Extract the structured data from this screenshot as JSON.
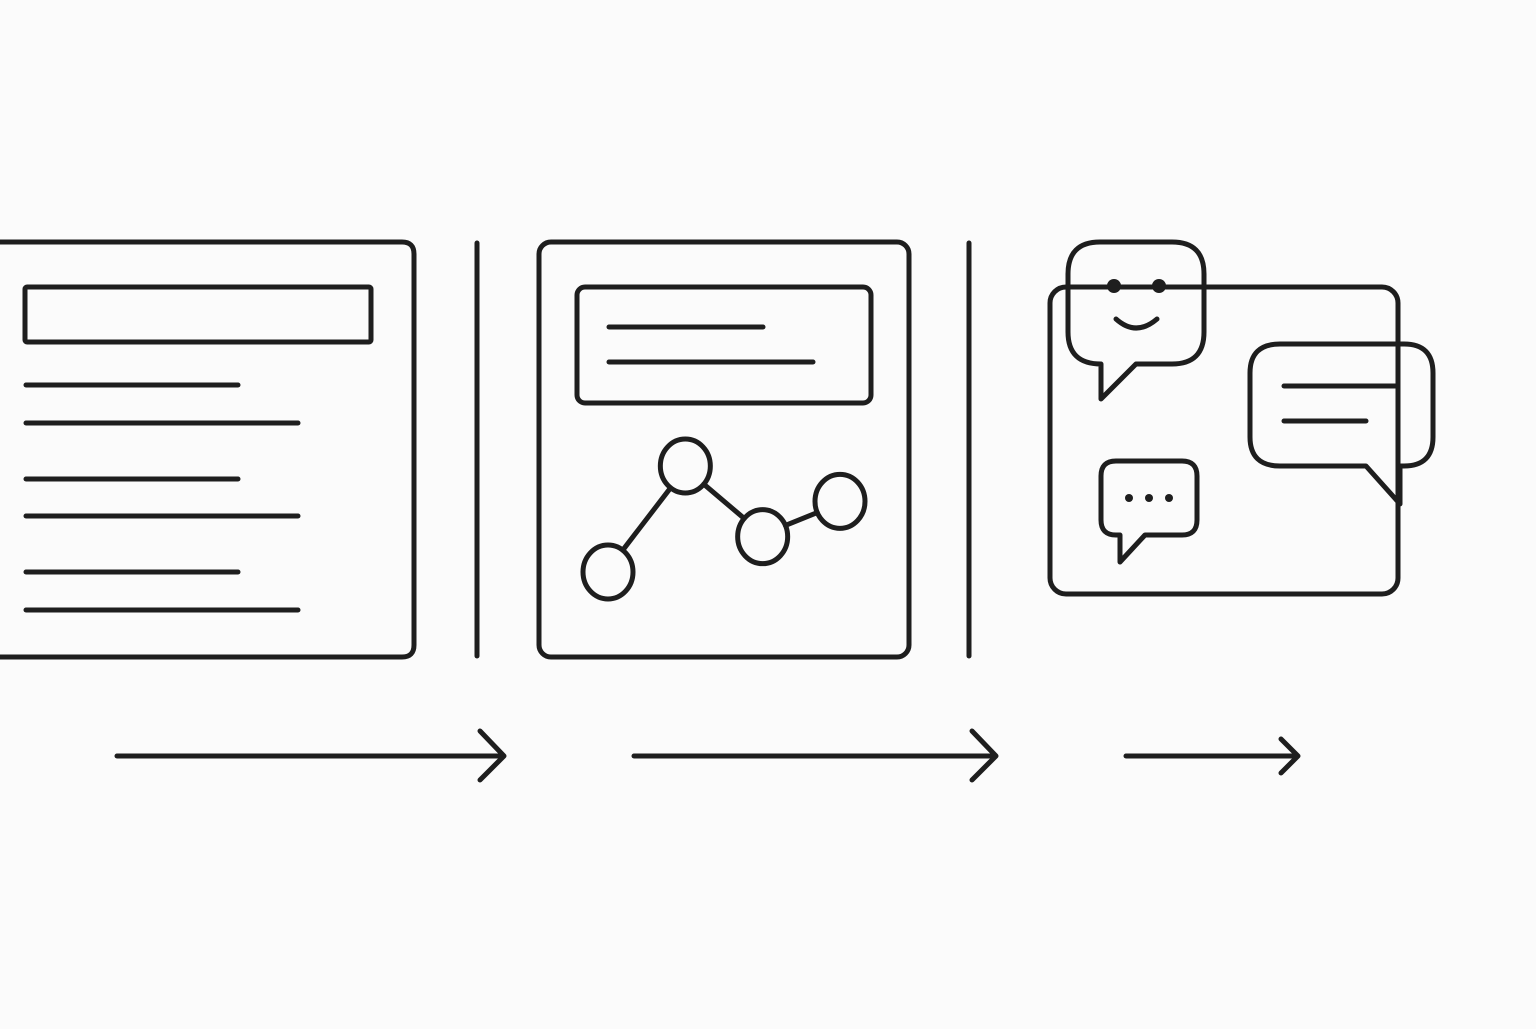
{
  "colors": {
    "background": "#fbfbfb",
    "ink": "#1e1e1e"
  },
  "panels": [
    {
      "name": "document-panel",
      "icon": "document-text-icon"
    },
    {
      "name": "chart-panel",
      "icon": "line-chart-icon"
    },
    {
      "name": "chat-panel",
      "icon": "chat-bubbles-icon"
    }
  ],
  "chart_panel": {
    "chart_data": {
      "type": "line",
      "points": [
        1,
        4,
        2,
        3
      ]
    }
  },
  "flow_arrows": [
    {
      "icon": "arrow-right-icon"
    },
    {
      "icon": "arrow-right-icon"
    },
    {
      "icon": "arrow-right-icon"
    }
  ]
}
